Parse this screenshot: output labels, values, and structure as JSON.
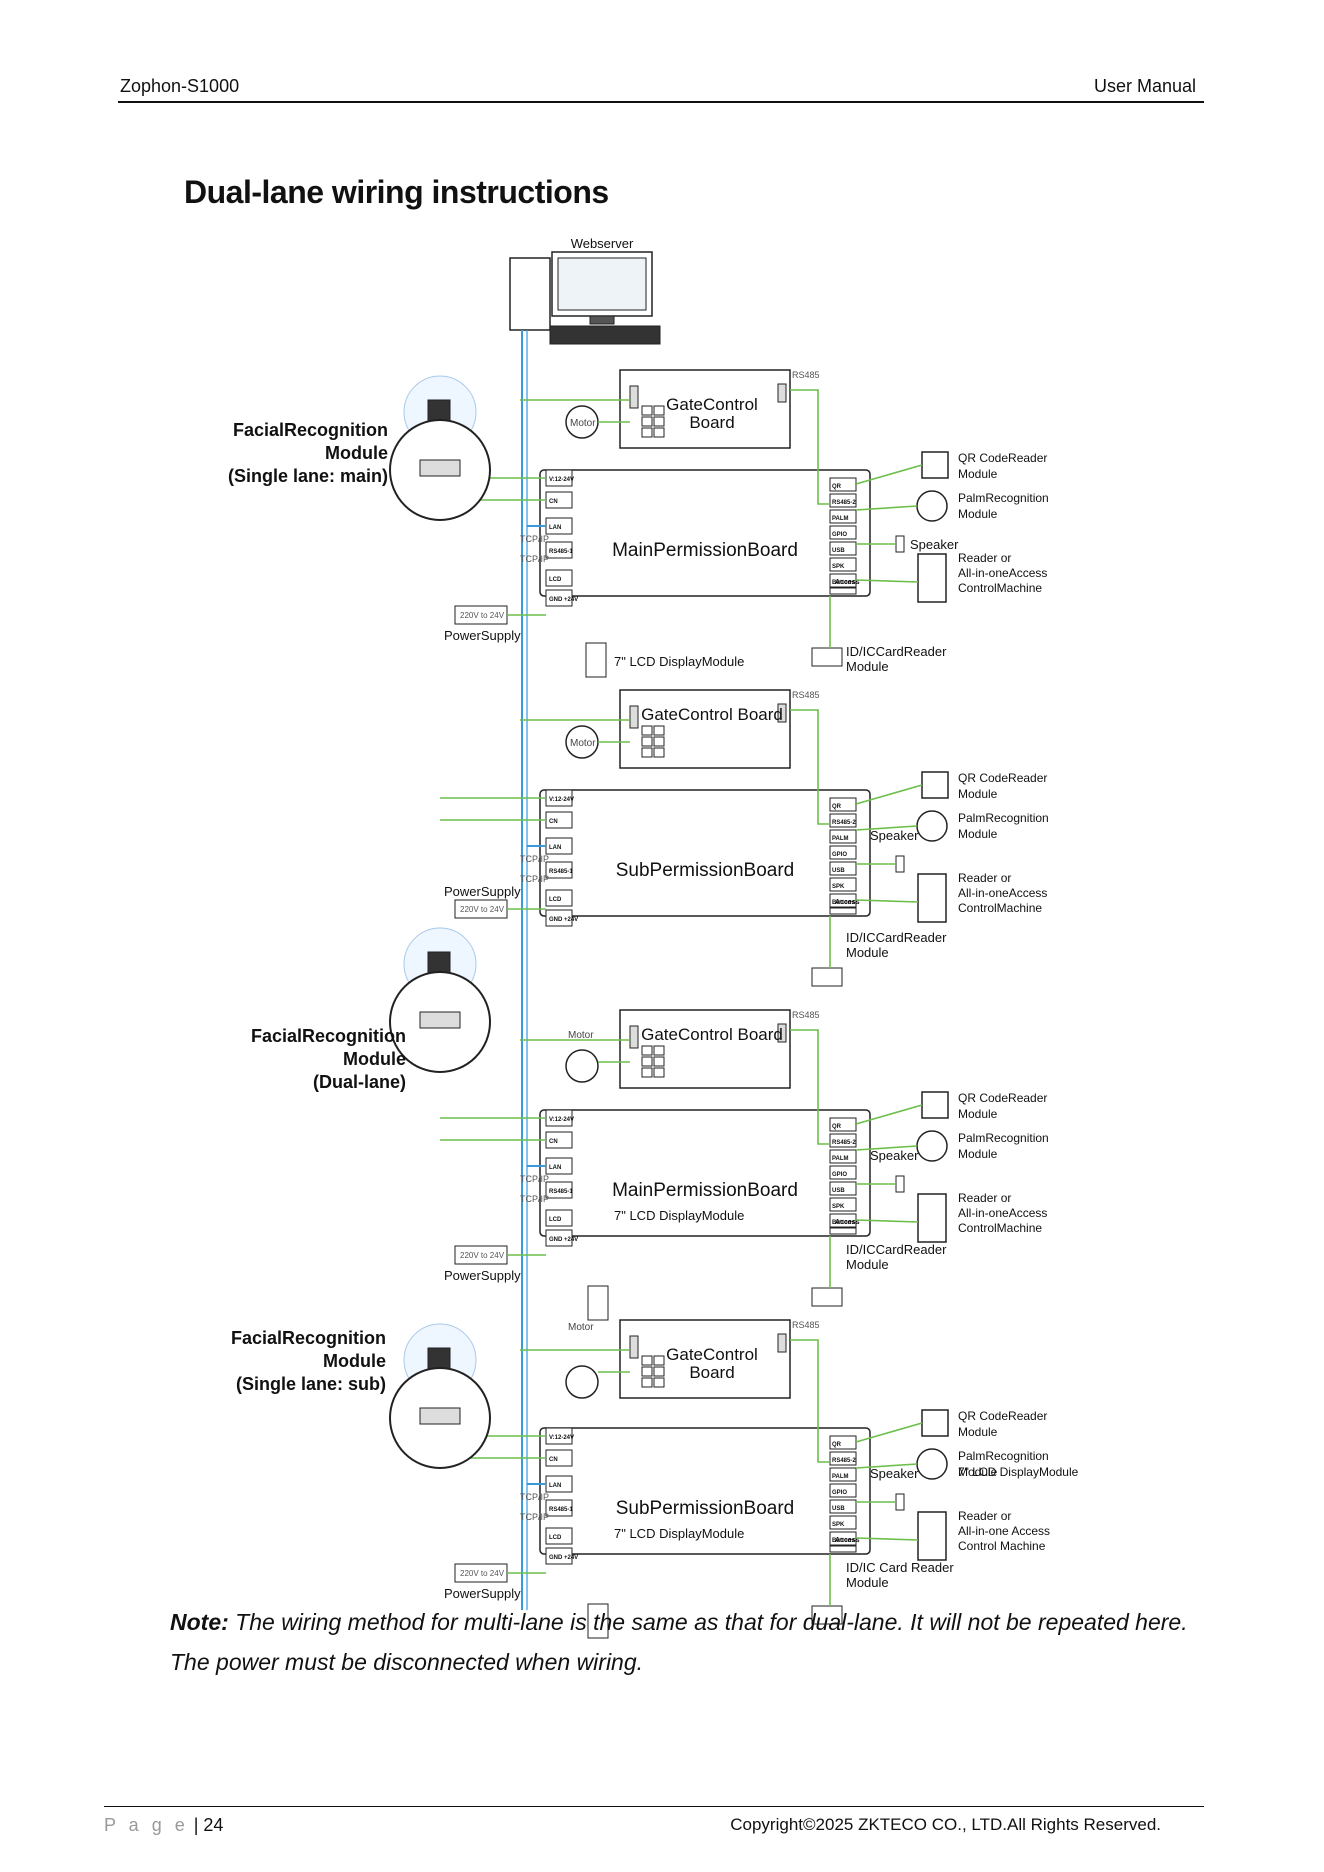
{
  "header": {
    "product": "Zophon-S1000",
    "doc_type": "User Manual"
  },
  "title": "Dual-lane wiring instructions",
  "diagram": {
    "webserver": "Webserver",
    "motor": "Motor",
    "rs485": "RS485",
    "tcpip": "TCP/IP",
    "power_label": "220V to 24V",
    "gate_board_split": [
      "GateControl",
      "Board"
    ],
    "gate_board": "GateControl Board",
    "main_board": "MainPermissionBoard",
    "sub_board": "SubPermissionBoard",
    "power_supply": "PowerSupply",
    "lcd": "7\" LCD DisplayModule",
    "speaker": "Speaker",
    "qr": [
      "QR CodeReader",
      "Module"
    ],
    "palm": [
      "PalmRecognition",
      "Module"
    ],
    "reader": [
      "Reader or",
      "All-in-oneAccess",
      "ControlMachine"
    ],
    "reader_spaced": [
      "Reader or",
      "All-in-one   Access",
      "Control   Machine"
    ],
    "idcard": [
      "ID/ICCardReader",
      "Module"
    ],
    "idcard_spaced": [
      "ID/IC  Card   Reader",
      "Module"
    ],
    "facial_main": [
      "FacialRecognition",
      "Module",
      "(Single lane: main)"
    ],
    "facial_dual": [
      "FacialRecognition",
      "Module",
      "(Dual-lane)"
    ],
    "facial_sub": [
      "FacialRecognition",
      "Module",
      "(Single lane: sub)"
    ],
    "left_ports": [
      "V:12-24V",
      "CN",
      "LAN",
      "RS485-1",
      "LCD",
      "GND +24V"
    ],
    "right_ports": [
      "QR",
      "RS485-2",
      "PALM",
      "GPIO",
      "USB",
      "SPK",
      "Buttons"
    ],
    "access_label": "Access"
  },
  "note": {
    "label": "Note:",
    "text": "The wiring method for multi-lane is the same as that for dual-lane. It will not be repeated here. The power must be disconnected when wiring."
  },
  "footer": {
    "page_label": "P a g e",
    "page_number": "| 24",
    "copyright": "Copyright©2025 ZKTECO CO., LTD.All Rights Reserved."
  }
}
